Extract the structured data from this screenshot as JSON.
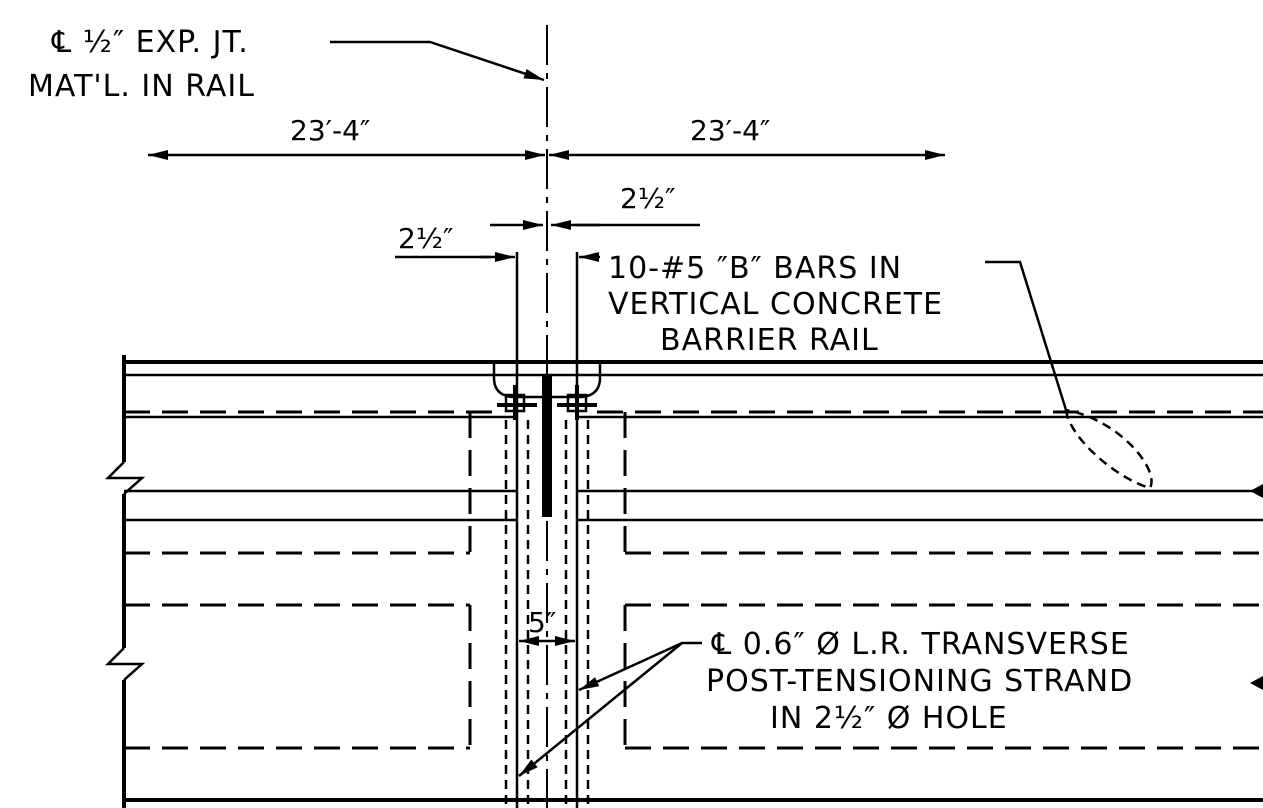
{
  "exp_joint": {
    "line1": "℄ ½″ EXP. JT.",
    "line2": "MAT'L. IN RAIL"
  },
  "dims": {
    "left_span": "23′-4″",
    "right_span": "23′-4″",
    "left_offset": "2½″",
    "right_offset": "2½″",
    "strand_spacing": "5″"
  },
  "bars_note": {
    "line1": "10-#5 ″B″ BARS IN",
    "line2": "VERTICAL CONCRETE",
    "line3": "BARRIER RAIL"
  },
  "strand_note": {
    "line1": "℄ 0.6″ Ø L.R. TRANSVERSE",
    "line2": "POST-TENSIONING STRAND",
    "line3": "IN 2½″ Ø HOLE"
  }
}
